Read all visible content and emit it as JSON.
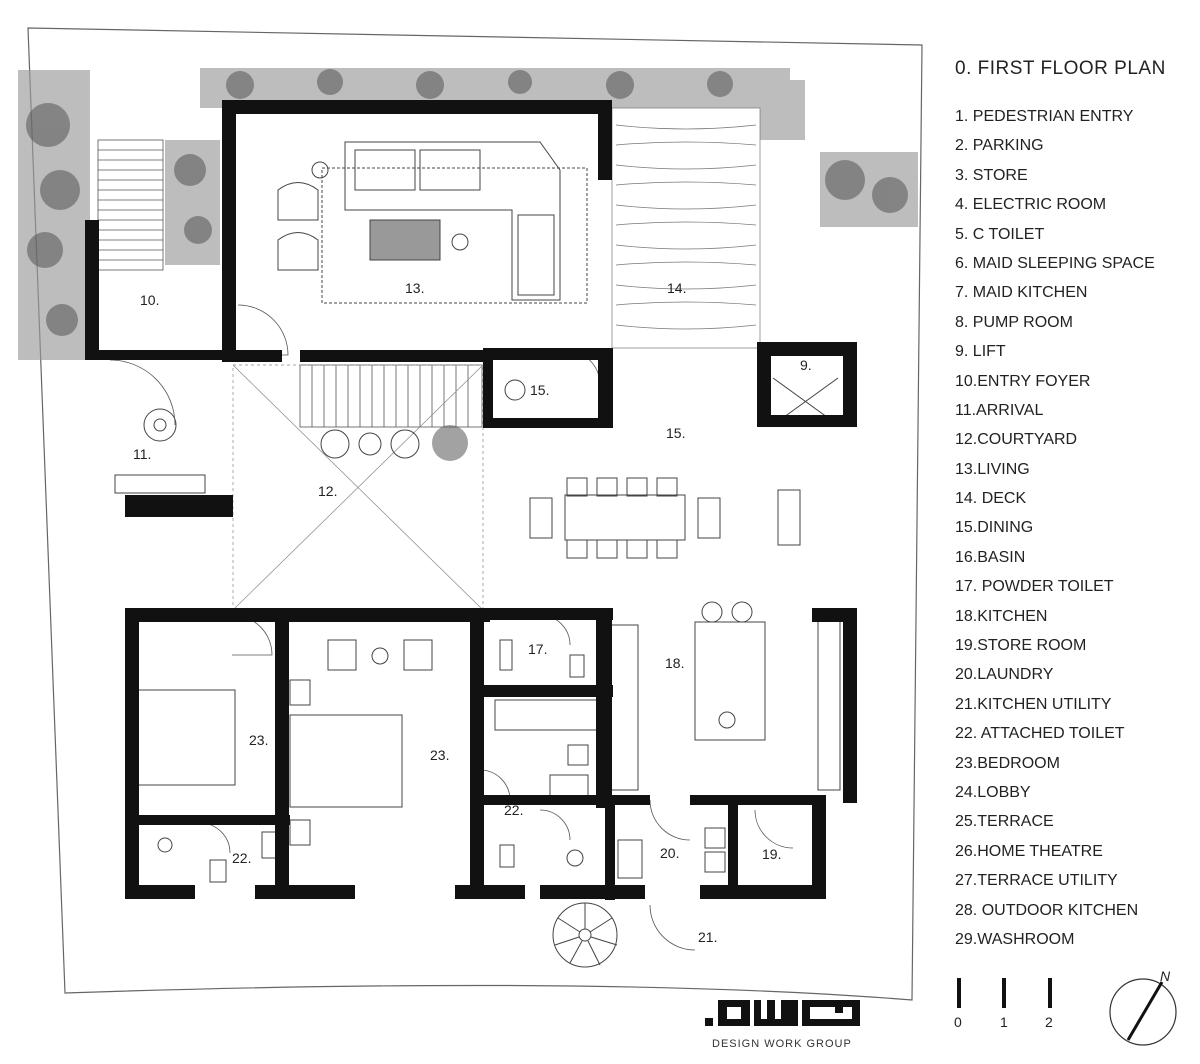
{
  "legend": {
    "title": "0. FIRST FLOOR PLAN",
    "items": [
      "1.  PEDESTRIAN ENTRY",
      "2.  PARKING",
      "3.  STORE",
      "4.  ELECTRIC ROOM",
      "5.  C TOILET",
      "6.  MAID SLEEPING SPACE",
      "7.  MAID KITCHEN",
      "8.  PUMP ROOM",
      "9.  LIFT",
      "10.ENTRY FOYER",
      "11.ARRIVAL",
      "12.COURTYARD",
      "13.LIVING",
      "14. DECK",
      "15.DINING",
      "16.BASIN",
      "17. POWDER TOILET",
      "18.KITCHEN",
      "19.STORE ROOM",
      "20.LAUNDRY",
      "21.KITCHEN UTILITY",
      "22. ATTACHED TOILET",
      "23.BEDROOM",
      "24.LOBBY",
      "25.TERRACE",
      "26.HOME THEATRE",
      "27.TERRACE UTILITY",
      "28. OUTDOOR KITCHEN",
      "29.WASHROOM"
    ]
  },
  "rooms": {
    "r10": "10.",
    "r13": "13.",
    "r14": "14.",
    "r9": "9.",
    "r15a": "15.",
    "r15b": "15.",
    "r11": "11.",
    "r12": "12.",
    "r17": "17.",
    "r18": "18.",
    "r23a": "23.",
    "r23b": "23.",
    "r22a": "22.",
    "r22b": "22.",
    "r20": "20.",
    "r19": "19.",
    "r21": "21."
  },
  "scale": {
    "labels": [
      "0",
      "1",
      "2"
    ]
  },
  "north": {
    "label": "N"
  },
  "logo": {
    "mark": ".DWG",
    "name": "DESIGN WORK GROUP"
  },
  "colors": {
    "wall": "#111111",
    "line": "#444444",
    "planting": "#6a6a6a"
  }
}
